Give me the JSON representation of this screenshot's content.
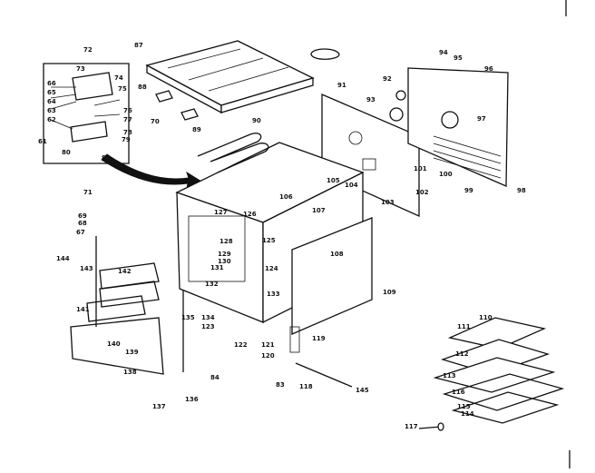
{
  "diagram": {
    "part_numbers": [
      "72",
      "73",
      "74",
      "75",
      "66",
      "65",
      "64",
      "63",
      "62",
      "61",
      "76",
      "77",
      "78",
      "79",
      "80",
      "82",
      "87",
      "88",
      "70",
      "89",
      "91",
      "94",
      "95",
      "96",
      "92",
      "93",
      "97",
      "99",
      "98",
      "100",
      "101",
      "102",
      "103",
      "104",
      "105",
      "106",
      "107",
      "90",
      "127",
      "126",
      "125",
      "71",
      "69",
      "68",
      "67",
      "144",
      "143",
      "142",
      "141",
      "140",
      "139",
      "138",
      "137",
      "136",
      "135",
      "134",
      "133",
      "132",
      "131",
      "130",
      "129",
      "128",
      "124",
      "123",
      "122",
      "121",
      "120",
      "119",
      "118",
      "84",
      "83",
      "108",
      "109",
      "111",
      "110",
      "112",
      "113",
      "114",
      "115",
      "116",
      "117",
      "145"
    ]
  }
}
